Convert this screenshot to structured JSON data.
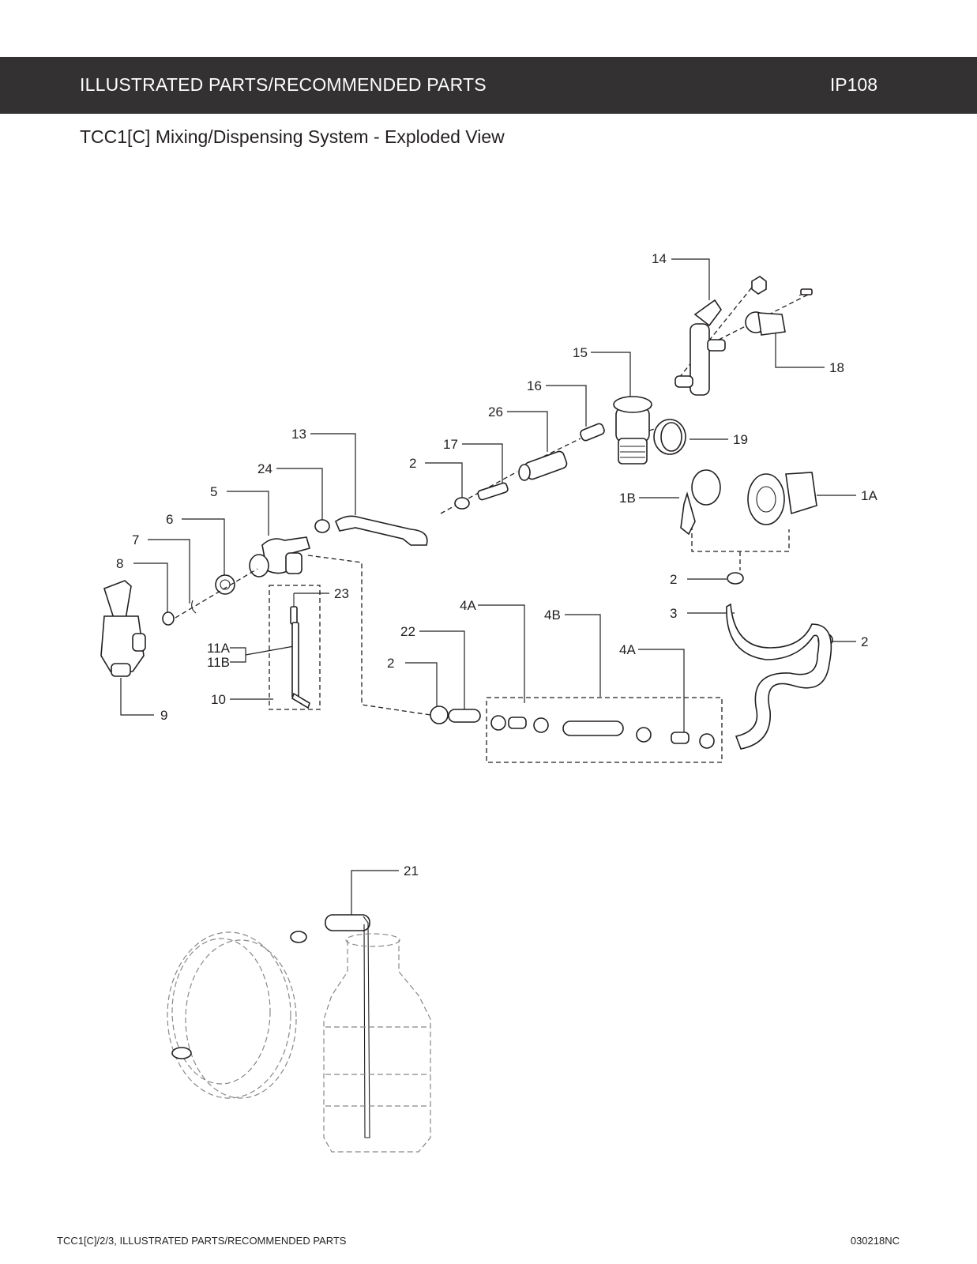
{
  "header": {
    "title": "ILLUSTRATED PARTS/RECOMMENDED PARTS",
    "code": "IP108"
  },
  "page_subtitle": "TCC1[C] Mixing/Dispensing System - Exploded View",
  "callouts": {
    "c14": "14",
    "c18": "18",
    "c15": "15",
    "c16": "16",
    "c26": "26",
    "c19": "19",
    "c13": "13",
    "c17": "17",
    "c2a": "2",
    "c24": "24",
    "c5": "5",
    "c1b": "1B",
    "c1a": "1A",
    "c6": "6",
    "c7": "7",
    "c8": "8",
    "c23": "23",
    "c2b": "2",
    "c3": "3",
    "c4a1": "4A",
    "c4b": "4B",
    "c22": "22",
    "c2c": "2",
    "c4a2": "4A",
    "c2d": "2",
    "c11a": "11A",
    "c11b": "11B",
    "c10": "10",
    "c9": "9",
    "c21": "21"
  },
  "footer": {
    "left": "TCC1[C]/2/3, ILLUSTRATED PARTS/RECOMMENDED PARTS",
    "right": "030218NC"
  }
}
